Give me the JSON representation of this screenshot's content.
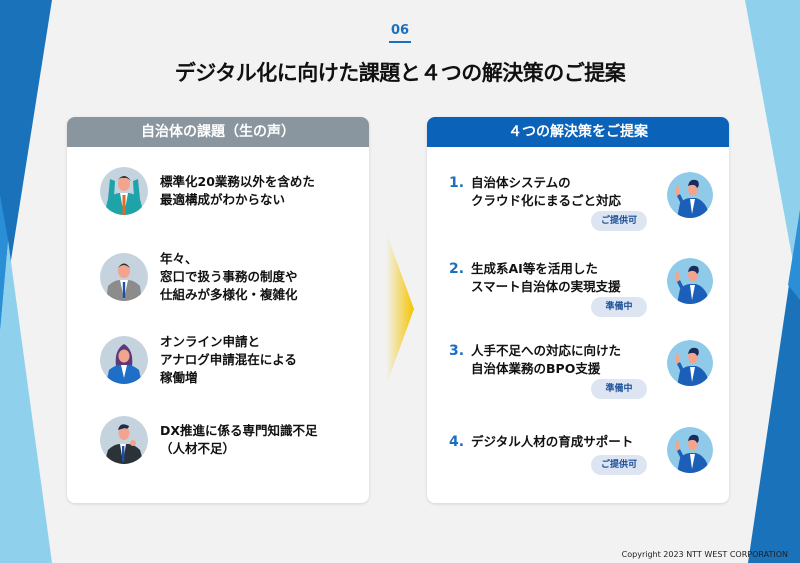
{
  "page": {
    "slide_number": "06",
    "title": "デジタル化に向けた課題と４つの解決策のご提案",
    "copyright": "Copyright 2023 NTT WEST CORPORATION"
  },
  "colors": {
    "accent_blue": "#0a63b8",
    "number_blue": "#1a6fbf",
    "issues_header_gray": "#8a969f",
    "badge_bg": "#dde5f3",
    "arrow_yellow": "#f5c400",
    "deco_dark_blue": "#1a72bb",
    "deco_light_blue": "#8fd0ec"
  },
  "issues_panel": {
    "header": "自治体の課題（生の声）",
    "items": [
      {
        "text": "標準化20業務以外を含めた\n最適構成がわからない",
        "avatar": "man-hands-on-head-avatar"
      },
      {
        "text": "年々、\n窓口で扱う事務の制度や\n仕組みが多様化・複雑化",
        "avatar": "man-gray-suit-avatar"
      },
      {
        "text": "オンライン申請と\nアナログ申請混在による\n稼働増",
        "avatar": "woman-blue-suit-avatar"
      },
      {
        "text": "DX推進に係る専門知識不足\n（人材不足）",
        "avatar": "man-dark-suit-avatar"
      }
    ]
  },
  "solutions_panel": {
    "header": "４つの解決策をご提案",
    "items": [
      {
        "number": "1.",
        "text": "自治体システムの\nクラウド化にまるごと対応",
        "badge": "ご提供可"
      },
      {
        "number": "2.",
        "text": "生成系AI等を活用した\nスマート自治体の実現支援",
        "badge": "準備中"
      },
      {
        "number": "3.",
        "text": "人手不足への対応に向けた\n自治体業務のBPO支援",
        "badge": "準備中"
      },
      {
        "number": "4.",
        "text": "デジタル人材の育成サポート",
        "badge": "ご提供可"
      }
    ]
  }
}
